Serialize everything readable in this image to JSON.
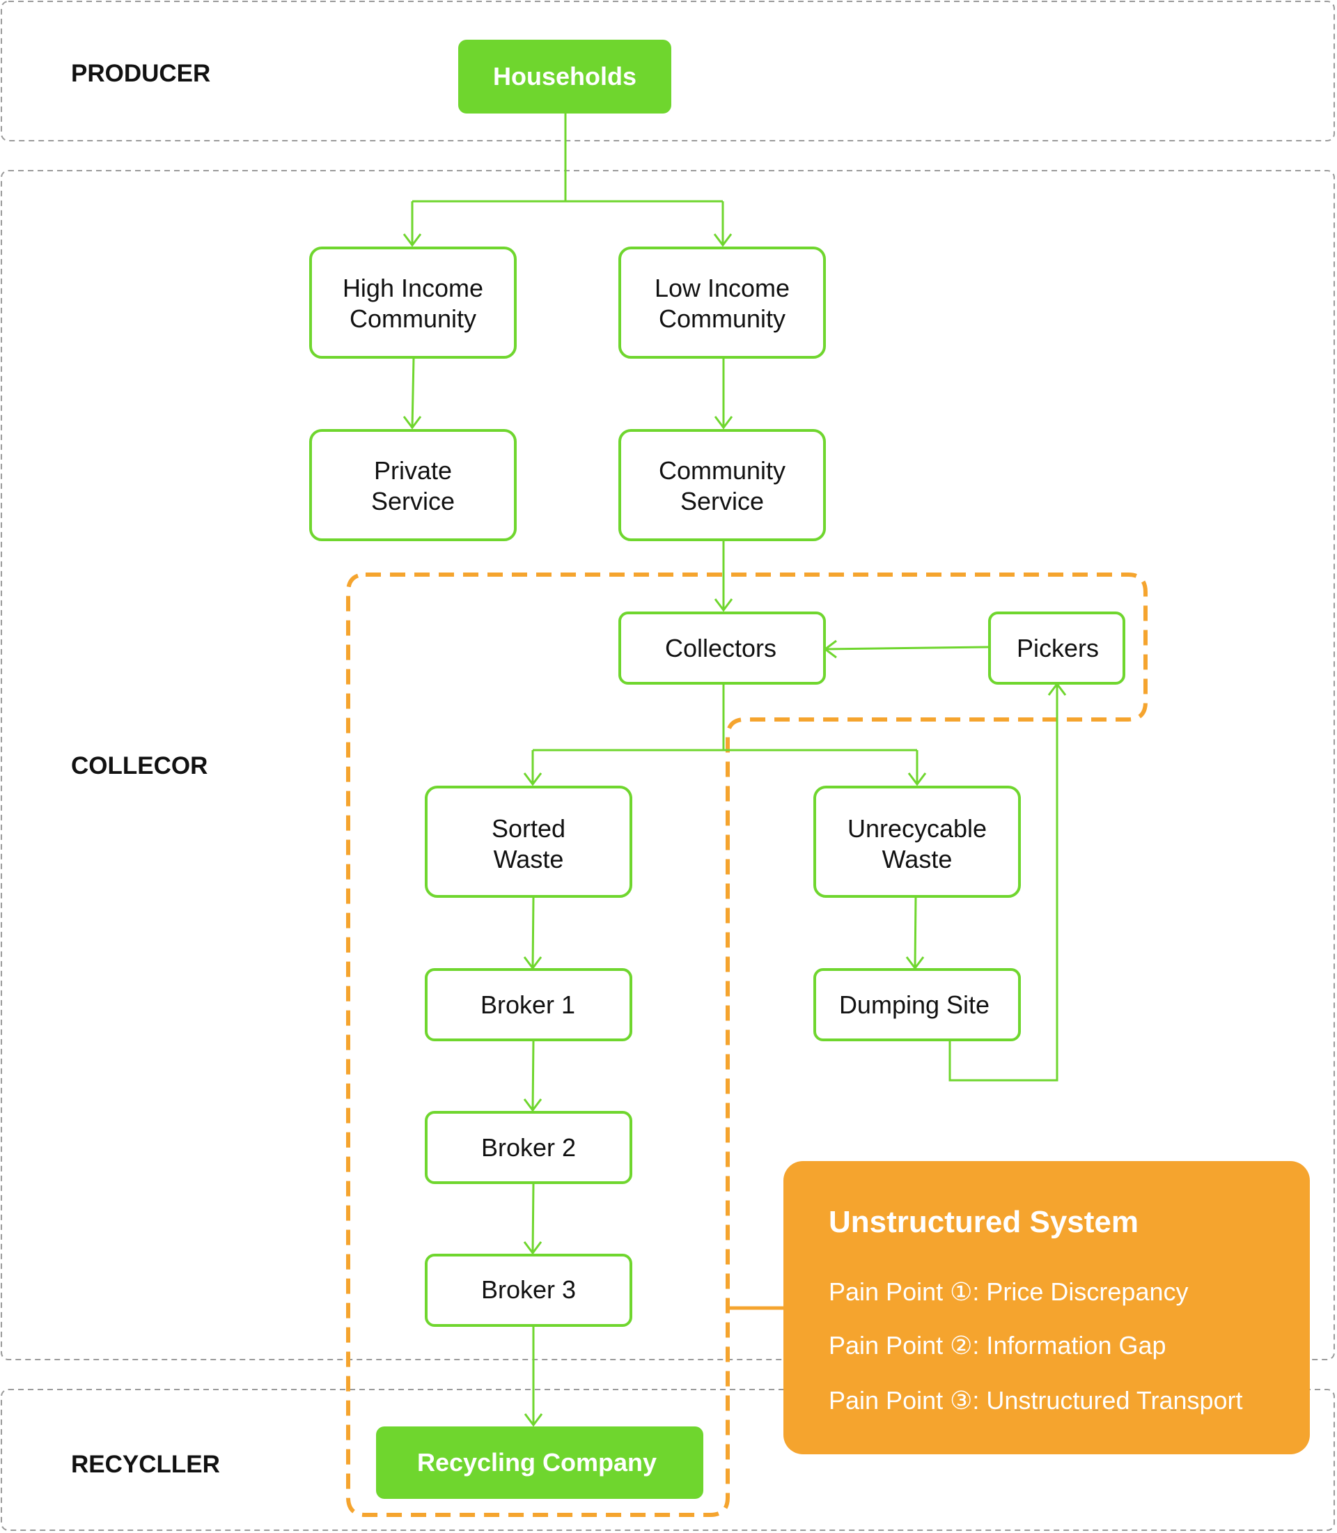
{
  "lanes": {
    "producer": "PRODUCER",
    "collector": "COLLECOR",
    "recycler": "RECYCLLER"
  },
  "nodes": {
    "households": "Households",
    "high_income": [
      "High Income",
      "Community"
    ],
    "low_income": [
      "Low Income",
      "Community"
    ],
    "private_service": [
      "Private",
      "Service"
    ],
    "community_service": [
      "Community",
      "Service"
    ],
    "collectors": "Collectors",
    "pickers": "Pickers",
    "sorted_waste": [
      "Sorted",
      "Waste"
    ],
    "unrecyclable_waste": [
      "Unrecycable",
      "Waste"
    ],
    "broker1": "Broker 1",
    "broker2": "Broker 2",
    "broker3": "Broker 3",
    "dumping_site": "Dumping Site",
    "recycling_company": "Recycling Company"
  },
  "panel": {
    "title": "Unstructured System",
    "items": [
      "Pain Point ①: Price Discrepancy",
      "Pain Point ②: Information Gap",
      "Pain Point ③: Unstructured Transport"
    ]
  },
  "colors": {
    "green": "#6fd62e",
    "orange": "#f5a42e",
    "lane_border": "#9a9a9a"
  }
}
